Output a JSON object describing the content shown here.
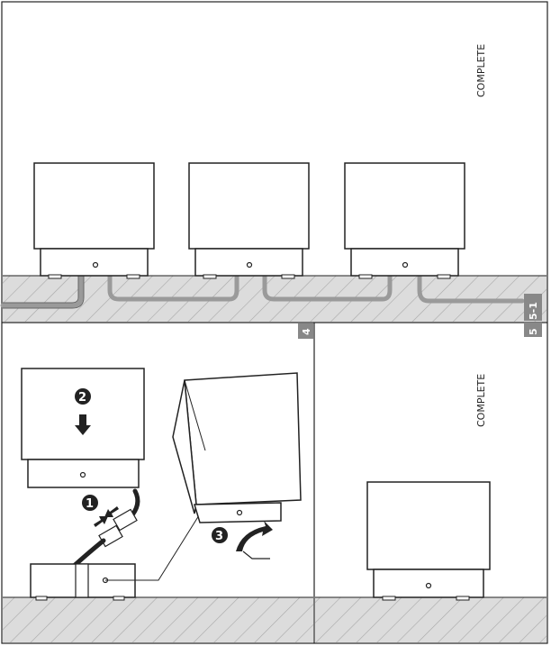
{
  "panels": {
    "top": {
      "complete_label": "COMPLETE",
      "section_badges": [
        "5-1",
        "5"
      ]
    },
    "bottom_left": {
      "step_badge": "4",
      "instructions": [
        "1",
        "2",
        "3"
      ]
    },
    "bottom_right": {
      "complete_label": "COMPLETE"
    }
  },
  "colors": {
    "line": "#222222",
    "floor_fill": "#dcdcdc",
    "cable": "#9a9a9a",
    "badge_bg": "#888888"
  },
  "icons": [
    "arrow-down-icon",
    "arrow-left-icon",
    "rotate-arrow-icon"
  ]
}
